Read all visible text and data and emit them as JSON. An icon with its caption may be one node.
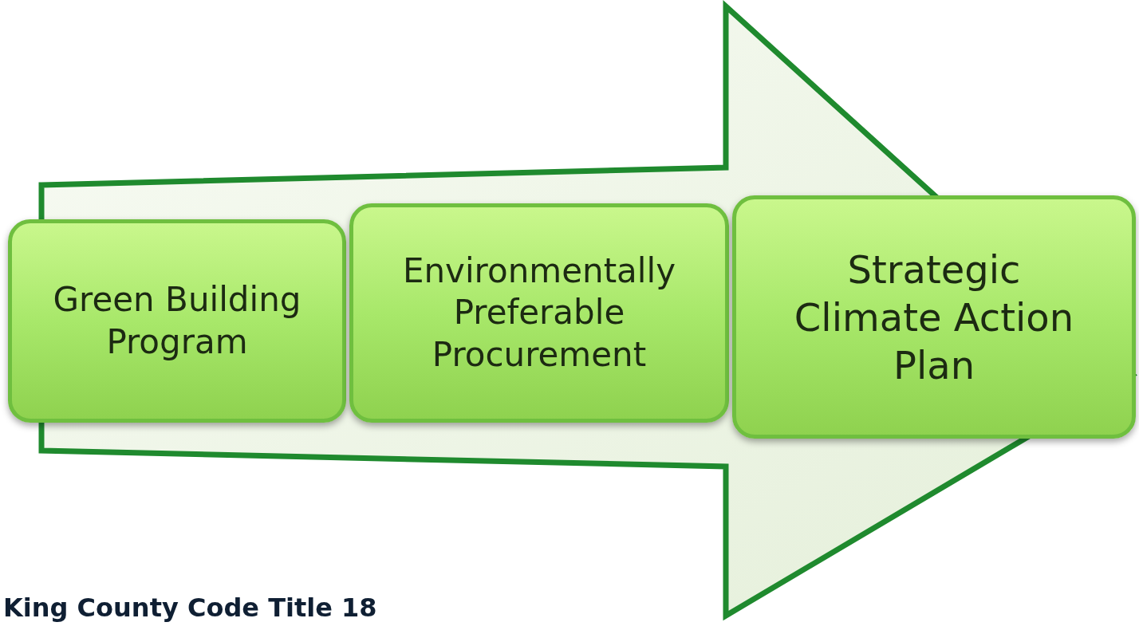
{
  "diagram": {
    "nodes": [
      {
        "text": [
          "Green Building Program"
        ]
      },
      {
        "text": [
          "Environmentally Preferable Procurement"
        ]
      },
      {
        "text": [
          "Strategic Climate Action Plan"
        ]
      }
    ],
    "edges": [
      {
        "from": 0,
        "to": 2,
        "arrow": "to"
      }
    ],
    "labels": [
      "King County Code Title 18"
    ]
  }
}
